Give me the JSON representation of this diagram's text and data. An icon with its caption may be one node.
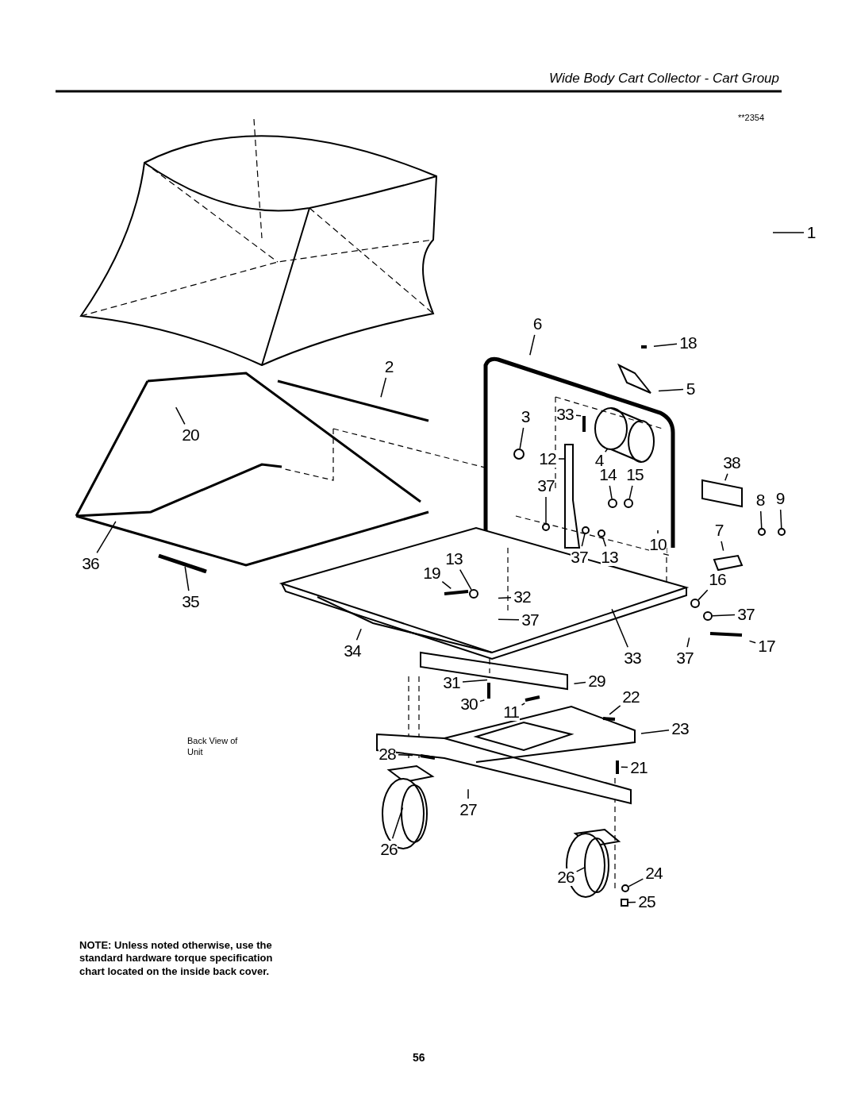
{
  "diagram": {
    "title": "Wide Body Cart Collector - Cart Group",
    "nodes": [
      {
        "text": [
          "1"
        ]
      },
      {
        "text": [
          "2"
        ]
      },
      {
        "text": [
          "20"
        ]
      },
      {
        "text": [
          "6"
        ]
      },
      {
        "text": [
          "18"
        ]
      },
      {
        "text": [
          "5"
        ]
      },
      {
        "text": [
          "33"
        ]
      },
      {
        "text": [
          "3"
        ]
      },
      {
        "text": [
          "12"
        ]
      },
      {
        "text": [
          "4"
        ]
      },
      {
        "text": [
          "38"
        ]
      },
      {
        "text": [
          "14"
        ]
      },
      {
        "text": [
          "15"
        ]
      },
      {
        "text": [
          "37"
        ]
      },
      {
        "text": [
          "37"
        ]
      },
      {
        "text": [
          "13"
        ]
      },
      {
        "text": [
          "10"
        ]
      },
      {
        "text": [
          "8"
        ]
      },
      {
        "text": [
          "9"
        ]
      },
      {
        "text": [
          "7"
        ]
      },
      {
        "text": [
          "36"
        ]
      },
      {
        "text": [
          "35"
        ]
      },
      {
        "text": [
          "19"
        ]
      },
      {
        "text": [
          "13"
        ]
      },
      {
        "text": [
          "32"
        ]
      },
      {
        "text": [
          "37"
        ]
      },
      {
        "text": [
          "16"
        ]
      },
      {
        "text": [
          "37"
        ]
      },
      {
        "text": [
          "17"
        ]
      },
      {
        "text": [
          "34"
        ]
      },
      {
        "text": [
          "33"
        ]
      },
      {
        "text": [
          "37"
        ]
      },
      {
        "text": [
          "29"
        ]
      },
      {
        "text": [
          "31"
        ]
      },
      {
        "text": [
          "30"
        ]
      },
      {
        "text": [
          "11"
        ]
      },
      {
        "text": [
          "22"
        ]
      },
      {
        "text": [
          "23"
        ]
      },
      {
        "text": [
          "28"
        ]
      },
      {
        "text": [
          "21"
        ]
      },
      {
        "text": [
          "27"
        ]
      },
      {
        "text": [
          "26"
        ]
      },
      {
        "text": [
          "26"
        ]
      },
      {
        "text": [
          "24"
        ]
      },
      {
        "text": [
          "25"
        ]
      },
      {
        "text": [],
        "shape": "circle"
      },
      {
        "text": [],
        "shape": "circle"
      },
      {
        "text": [],
        "shape": "circle"
      },
      {
        "text": [],
        "shape": "circle"
      },
      {
        "text": [],
        "shape": "circle"
      },
      {
        "text": [],
        "shape": "circle"
      },
      {
        "text": [],
        "shape": "circle"
      },
      {
        "text": [],
        "shape": "circle"
      },
      {
        "text": [],
        "shape": "circle"
      },
      {
        "text": [],
        "shape": "circle"
      },
      {
        "text": [],
        "shape": "circle"
      },
      {
        "text": [],
        "shape": "circle"
      },
      {
        "text": [],
        "shape": "box"
      }
    ],
    "edges": [
      {
        "from": 0,
        "to": null,
        "arrow": "none"
      },
      {
        "from": 1,
        "to": null,
        "arrow": "none"
      },
      {
        "from": 2,
        "to": null,
        "arrow": "none"
      },
      {
        "from": 3,
        "to": null,
        "arrow": "none"
      },
      {
        "from": 4,
        "to": null,
        "arrow": "none"
      },
      {
        "from": 5,
        "to": null,
        "arrow": "none"
      },
      {
        "from": 6,
        "to": null,
        "arrow": "none"
      },
      {
        "from": 7,
        "to": 45,
        "arrow": "none"
      },
      {
        "from": 8,
        "to": null,
        "arrow": "none"
      },
      {
        "from": 9,
        "to": null,
        "arrow": "none"
      },
      {
        "from": 10,
        "to": null,
        "arrow": "none"
      },
      {
        "from": 11,
        "to": 46,
        "arrow": "none"
      },
      {
        "from": 12,
        "to": 47,
        "arrow": "none"
      },
      {
        "from": 13,
        "to": 48,
        "arrow": "none"
      },
      {
        "from": 14,
        "to": 49,
        "arrow": "none"
      },
      {
        "from": 15,
        "to": 50,
        "arrow": "none"
      },
      {
        "from": 16,
        "to": null,
        "arrow": "none"
      },
      {
        "from": 17,
        "to": 51,
        "arrow": "none"
      },
      {
        "from": 18,
        "to": 52,
        "arrow": "none"
      },
      {
        "from": 19,
        "to": null,
        "arrow": "none"
      },
      {
        "from": 20,
        "to": null,
        "arrow": "none"
      },
      {
        "from": 21,
        "to": null,
        "arrow": "none"
      },
      {
        "from": 22,
        "to": null,
        "arrow": "none"
      },
      {
        "from": 23,
        "to": 53,
        "arrow": "none"
      },
      {
        "from": 24,
        "to": null,
        "arrow": "none"
      },
      {
        "from": 25,
        "to": null,
        "arrow": "none"
      },
      {
        "from": 26,
        "to": 54,
        "arrow": "none"
      },
      {
        "from": 27,
        "to": 55,
        "arrow": "none"
      },
      {
        "from": 28,
        "to": null,
        "arrow": "none"
      },
      {
        "from": 29,
        "to": null,
        "arrow": "none"
      },
      {
        "from": 30,
        "to": null,
        "arrow": "none"
      },
      {
        "from": 31,
        "to": null,
        "arrow": "none"
      },
      {
        "from": 32,
        "to": null,
        "arrow": "none"
      },
      {
        "from": 33,
        "to": null,
        "arrow": "none"
      },
      {
        "from": 34,
        "to": null,
        "arrow": "none"
      },
      {
        "from": 35,
        "to": null,
        "arrow": "none"
      },
      {
        "from": 36,
        "to": null,
        "arrow": "none"
      },
      {
        "from": 37,
        "to": null,
        "arrow": "none"
      },
      {
        "from": 38,
        "to": null,
        "arrow": "none"
      },
      {
        "from": 39,
        "to": null,
        "arrow": "none"
      },
      {
        "from": 40,
        "to": null,
        "arrow": "none"
      },
      {
        "from": 41,
        "to": null,
        "arrow": "none"
      },
      {
        "from": 42,
        "to": null,
        "arrow": "none"
      },
      {
        "from": 43,
        "to": 56,
        "arrow": "none"
      },
      {
        "from": 44,
        "to": 57,
        "arrow": "none"
      }
    ],
    "labels": [
      "**2354",
      "Back View of Unit",
      "NOTE: Unless noted otherwise, use the standard hardware torque specification chart located on the inside back cover.",
      "56"
    ]
  }
}
